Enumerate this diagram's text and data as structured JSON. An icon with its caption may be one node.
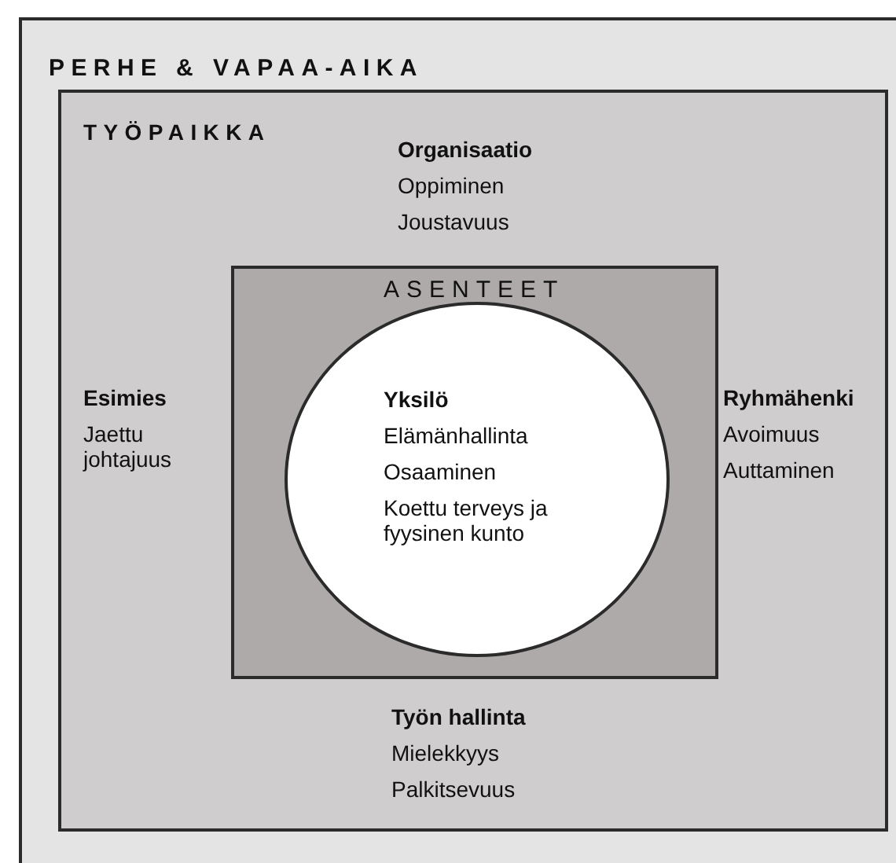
{
  "diagram": {
    "nodes": [
      {
        "text": [
          "PERHE & VAPAA-AIKA"
        ]
      },
      {
        "text": [
          "TYÖPAIKKA",
          "Organisaatio",
          "Oppiminen",
          "Joustavuus",
          "Esimies",
          "Jaettu johtajuus",
          "Ryhmähenki",
          "Avoimuus",
          "Auttaminen",
          "Työn hallinta",
          "Mielekkyys",
          "Palkitsevuus"
        ],
        "in": 0
      },
      {
        "text": [
          "ASENTEET"
        ],
        "in": 1
      },
      {
        "text": [
          "Yksilö",
          "Elämänhallinta",
          "Osaaminen",
          "Koettu terveys ja fyysinen kunto"
        ],
        "in": 2
      }
    ]
  }
}
